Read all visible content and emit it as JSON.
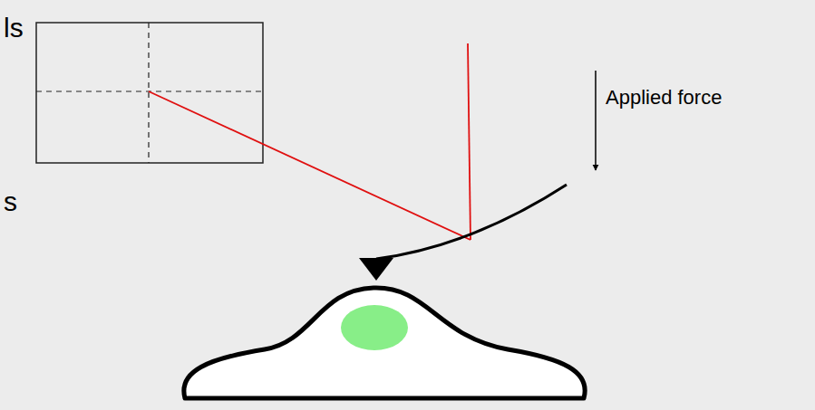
{
  "diagram": {
    "labels": [
      "ls",
      "s",
      "Applied force"
    ]
  }
}
